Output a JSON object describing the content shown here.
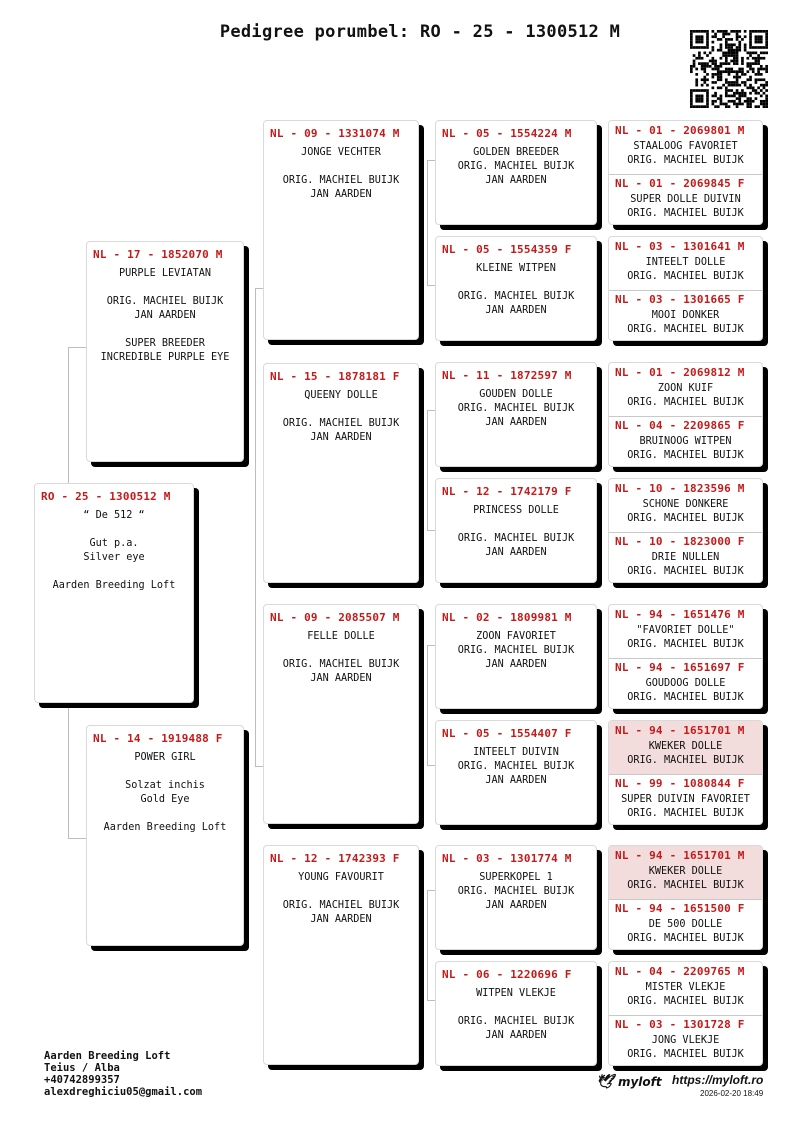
{
  "title": "Pedigree porumbel: RO - 25 - 1300512 M",
  "colors": {
    "code": "#c41a1a",
    "highlight": "#f3dcdc",
    "shadow": "#000000"
  },
  "subject": {
    "code": "RO - 25 - 1300512 M",
    "name": "“ De 512 “",
    "notes": [
      "Gut p.a.",
      "Silver eye"
    ],
    "owner": "Aarden Breeding Loft"
  },
  "sire": {
    "code": "NL - 17 - 1852070 M",
    "name": "PURPLE LEVIATAN",
    "lines": [
      "ORIG. MACHIEL BUIJK",
      "JAN AARDEN"
    ],
    "extra": [
      "SUPER BREEDER",
      "INCREDIBLE PURPLE EYE"
    ]
  },
  "dam": {
    "code": "NL - 14 - 1919488 F",
    "name": "POWER GIRL",
    "lines": [
      "Solzat inchis",
      "Gold Eye"
    ],
    "extra": [
      "Aarden Breeding Loft"
    ]
  },
  "grandparents": [
    {
      "code": "NL - 09 - 1331074 M",
      "name": "JONGE VECHTER",
      "lines": [
        "ORIG. MACHIEL BUIJK",
        "JAN AARDEN"
      ]
    },
    {
      "code": "NL - 15 - 1878181 F",
      "name": "QUEENY DOLLE",
      "lines": [
        "ORIG. MACHIEL BUIJK",
        "JAN AARDEN"
      ]
    },
    {
      "code": "NL - 09 - 2085507 M",
      "name": "FELLE DOLLE",
      "lines": [
        "ORIG. MACHIEL BUIJK",
        "JAN AARDEN"
      ]
    },
    {
      "code": "NL - 12 - 1742393 F",
      "name": "YOUNG FAVOURIT",
      "lines": [
        "ORIG. MACHIEL BUIJK",
        "JAN AARDEN"
      ]
    }
  ],
  "great_grandparents": [
    {
      "code": "NL - 05 - 1554224 M",
      "name": "GOLDEN BREEDER",
      "lines": [
        "ORIG. MACHIEL BUIJK",
        "JAN AARDEN"
      ]
    },
    {
      "code": "NL - 05 - 1554359 F",
      "name": "KLEINE WITPEN",
      "lines": [
        "ORIG. MACHIEL BUIJK",
        "JAN AARDEN"
      ]
    },
    {
      "code": "NL - 11 - 1872597 M",
      "name": "GOUDEN DOLLE",
      "lines": [
        "ORIG. MACHIEL BUIJK",
        "JAN AARDEN"
      ]
    },
    {
      "code": "NL - 12 - 1742179 F",
      "name": "PRINCESS DOLLE",
      "lines": [
        "ORIG. MACHIEL BUIJK",
        "JAN AARDEN"
      ]
    },
    {
      "code": "NL - 02 - 1809981 M",
      "name": "ZOON FAVORIET",
      "lines": [
        "ORIG. MACHIEL BUIJK",
        "JAN AARDEN"
      ]
    },
    {
      "code": "NL - 05 - 1554407 F",
      "name": "INTEELT DUIVIN",
      "lines": [
        "ORIG. MACHIEL BUIJK",
        "JAN AARDEN"
      ]
    },
    {
      "code": "NL - 03 - 1301774 M",
      "name": "SUPERKOPEL 1",
      "lines": [
        "ORIG. MACHIEL BUIJK",
        "JAN AARDEN"
      ]
    },
    {
      "code": "NL - 06 - 1220696 F",
      "name": "WITPEN VLEKJE",
      "lines": [
        "ORIG. MACHIEL BUIJK",
        "JAN AARDEN"
      ]
    }
  ],
  "gen4": [
    {
      "code": "NL - 01 - 2069801 M",
      "name": "STAALOOG FAVORIET",
      "orig": "ORIG. MACHIEL BUIJK"
    },
    {
      "code": "NL - 01 - 2069845 F",
      "name": "SUPER DOLLE DUIVIN",
      "orig": "ORIG. MACHIEL BUIJK"
    },
    {
      "code": "NL - 03 - 1301641 M",
      "name": "INTEELT DOLLE",
      "orig": "ORIG. MACHIEL BUIJK"
    },
    {
      "code": "NL - 03 - 1301665 F",
      "name": "MOOI DONKER",
      "orig": "ORIG. MACHIEL BUIJK"
    },
    {
      "code": "NL - 01 - 2069812 M",
      "name": "ZOON KUIF",
      "orig": "ORIG. MACHIEL BUIJK"
    },
    {
      "code": "NL - 04 - 2209865 F",
      "name": "BRUINOOG WITPEN",
      "orig": "ORIG. MACHIEL BUIJK"
    },
    {
      "code": "NL - 10 - 1823596 M",
      "name": "SCHONE DONKERE",
      "orig": "ORIG. MACHIEL BUIJK"
    },
    {
      "code": "NL - 10 - 1823000 F",
      "name": "DRIE NULLEN",
      "orig": "ORIG. MACHIEL BUIJK"
    },
    {
      "code": "NL - 94 - 1651476 M",
      "name": "\"FAVORIET DOLLE\"",
      "orig": "ORIG. MACHIEL BUIJK"
    },
    {
      "code": "NL - 94 - 1651697 F",
      "name": "GOUDOOG DOLLE",
      "orig": "ORIG. MACHIEL BUIJK"
    },
    {
      "code": "NL - 94 - 1651701 M",
      "name": "KWEKER DOLLE",
      "orig": "ORIG. MACHIEL BUIJK",
      "highlight": true
    },
    {
      "code": "NL - 99 - 1080844 F",
      "name": "SUPER DUIVIN FAVORIET",
      "orig": "ORIG. MACHIEL BUIJK"
    },
    {
      "code": "NL - 94 - 1651701 M",
      "name": "KWEKER DOLLE",
      "orig": "ORIG. MACHIEL BUIJK",
      "highlight": true
    },
    {
      "code": "NL - 94 - 1651500 F",
      "name": "DE 500 DOLLE",
      "orig": "ORIG. MACHIEL BUIJK"
    },
    {
      "code": "NL - 04 - 2209765 M",
      "name": "MISTER VLEKJE",
      "orig": "ORIG. MACHIEL BUIJK"
    },
    {
      "code": "NL - 03 - 1301728 F",
      "name": "JONG VLEKJE",
      "orig": "ORIG. MACHIEL BUIJK"
    }
  ],
  "footer": {
    "loft": "Aarden Breeding Loft",
    "location": "Teius / Alba",
    "phone": "+40742899357",
    "email": "alexdreghiciu05@gmail.com",
    "brand": "myloft",
    "site": "https://myloft.ro",
    "date": "2026-02-20 18:49"
  },
  "icons": {
    "qr": "qr-code-icon",
    "brand": "myloft-logo-icon"
  }
}
